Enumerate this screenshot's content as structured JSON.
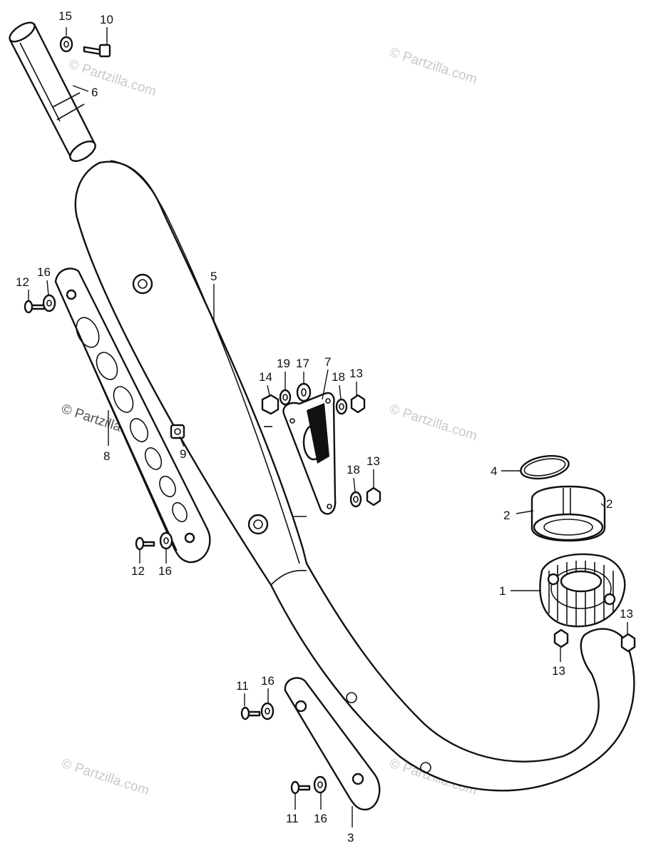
{
  "watermark": "© Partzilla.com",
  "callouts": {
    "c1": "1",
    "c2a": "2",
    "c2b": "2",
    "c3": "3",
    "c4": "4",
    "c5": "5",
    "c6": "6",
    "c7": "7",
    "c8": "8",
    "c9": "9",
    "c10": "10",
    "c11a": "11",
    "c11b": "11",
    "c12a": "12",
    "c12b": "12",
    "c13a": "13",
    "c13b": "13",
    "c13c": "13",
    "c13d": "13",
    "c14": "14",
    "c15": "15",
    "c16a": "16",
    "c16b": "16",
    "c16c": "16",
    "c16d": "16",
    "c17": "17",
    "c18a": "18",
    "c18b": "18",
    "c19": "19"
  }
}
